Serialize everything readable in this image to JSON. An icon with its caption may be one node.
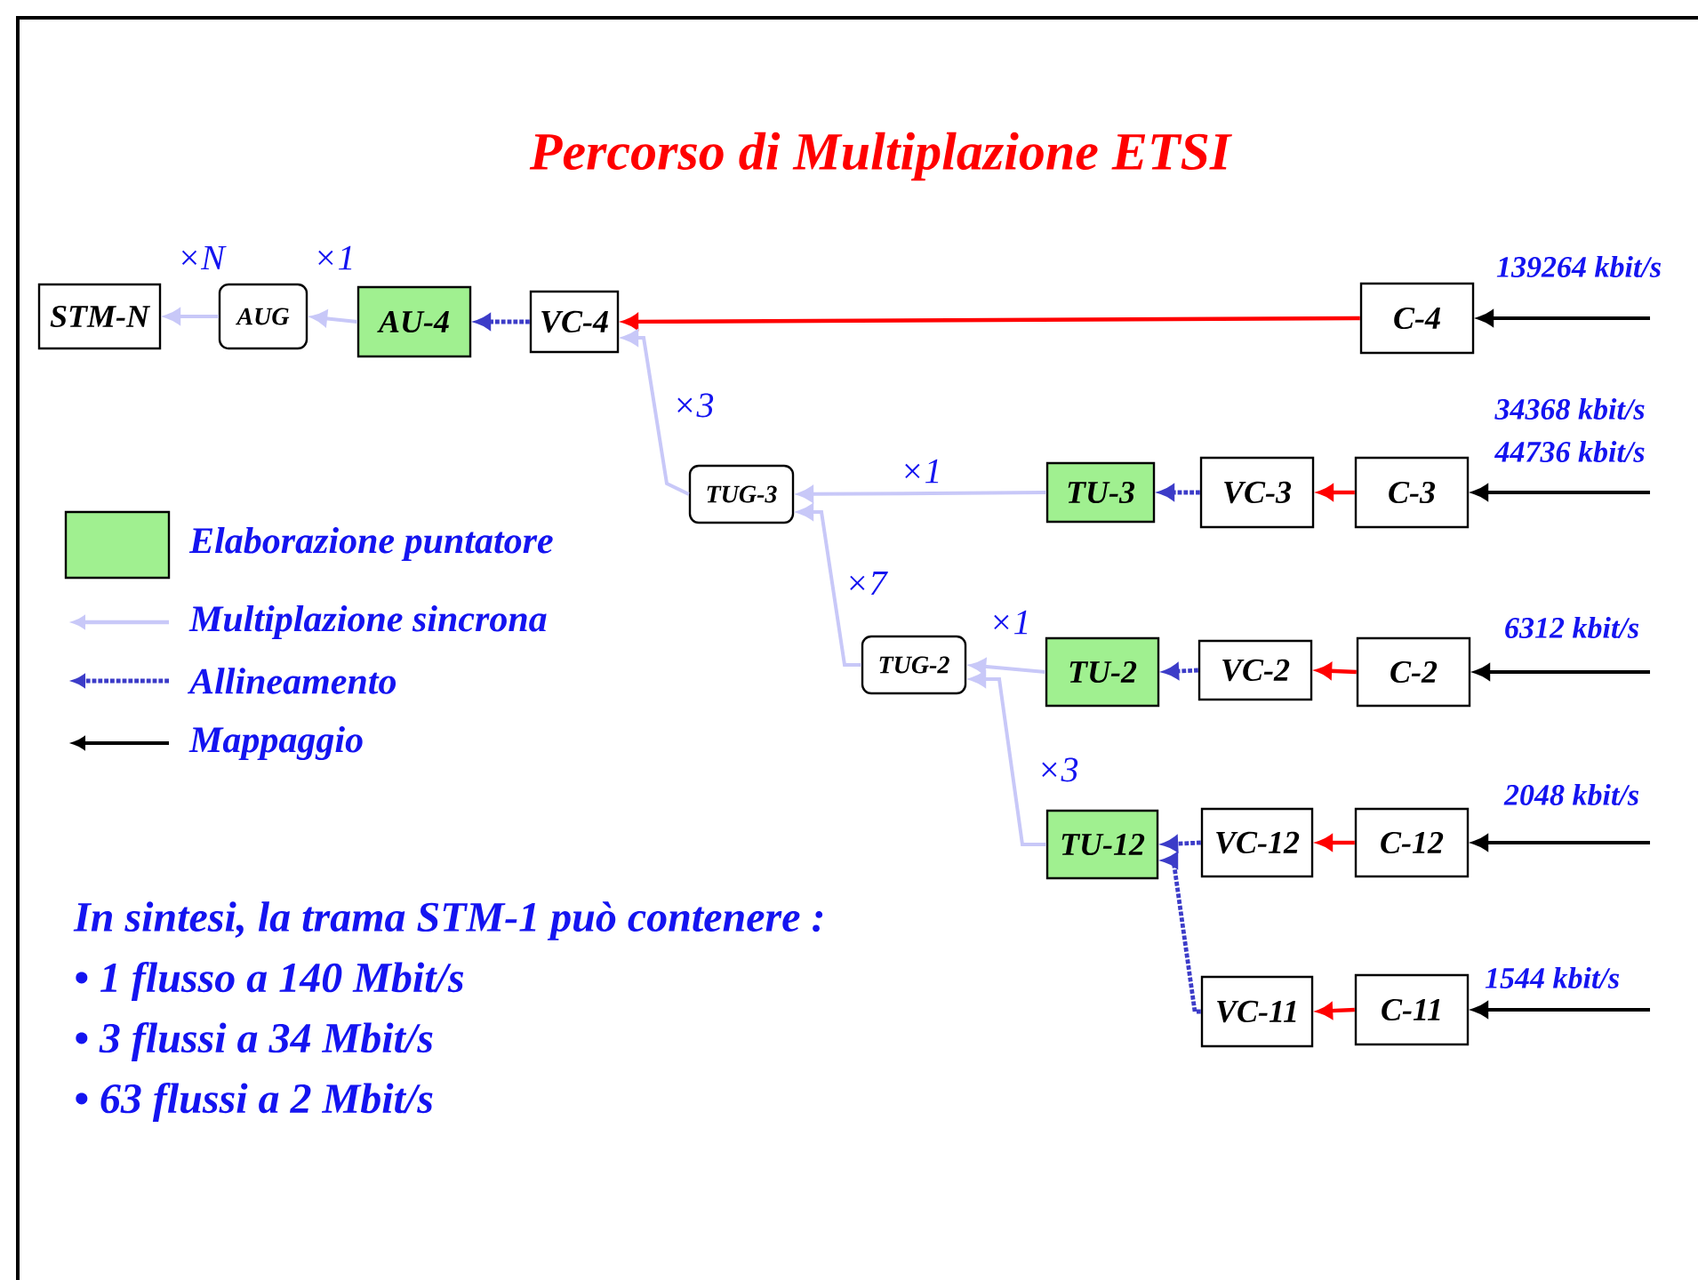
{
  "diagram": {
    "title": "Percorso di Multiplazione ETSI",
    "nodes": [
      {
        "text": [
          "STM-N"
        ]
      },
      {
        "text": [
          "AUG"
        ]
      },
      {
        "text": [
          "AU-4"
        ]
      },
      {
        "text": [
          "VC-4"
        ]
      },
      {
        "text": [
          "C-4"
        ],
        "beside": [
          "139264 kbit/s"
        ]
      },
      {
        "text": [
          "TUG-3"
        ]
      },
      {
        "text": [
          "TU-3"
        ]
      },
      {
        "text": [
          "VC-3"
        ]
      },
      {
        "text": [
          "C-3"
        ],
        "beside": [
          "34368 kbit/s",
          "44736 kbit/s"
        ]
      },
      {
        "text": [
          "TUG-2"
        ]
      },
      {
        "text": [
          "TU-2"
        ]
      },
      {
        "text": [
          "VC-2"
        ]
      },
      {
        "text": [
          "C-2"
        ],
        "beside": [
          "6312 kbit/s"
        ]
      },
      {
        "text": [
          "TU-12"
        ]
      },
      {
        "text": [
          "VC-12"
        ]
      },
      {
        "text": [
          "C-12"
        ],
        "beside": [
          "2048 kbit/s"
        ]
      },
      {
        "text": [
          "VC-11"
        ]
      },
      {
        "text": [
          "C-11"
        ],
        "beside": [
          "1544 kbit/s"
        ]
      }
    ],
    "edges": [
      {
        "from": 1,
        "to": 0,
        "arrow": "to",
        "label": "×N"
      },
      {
        "from": 2,
        "to": 1,
        "arrow": "to",
        "label": "×1"
      },
      {
        "from": 3,
        "to": 2,
        "arrow": "to",
        "style": "dashed",
        "color": "#3c3cc8"
      },
      {
        "from": 4,
        "to": 3,
        "arrow": "to",
        "color": "#ff0000"
      },
      {
        "from": null,
        "to": 4,
        "arrow": "to",
        "color": "#000000"
      },
      {
        "from": 5,
        "to": 3,
        "arrow": "to",
        "label": "×3"
      },
      {
        "from": 6,
        "to": 5,
        "arrow": "to",
        "label": "×1"
      },
      {
        "from": 7,
        "to": 6,
        "arrow": "to",
        "style": "dashed",
        "color": "#3c3cc8"
      },
      {
        "from": 8,
        "to": 7,
        "arrow": "to",
        "color": "#ff0000"
      },
      {
        "from": null,
        "to": 8,
        "arrow": "to",
        "color": "#000000"
      },
      {
        "from": 9,
        "to": 5,
        "arrow": "to",
        "label": "×7"
      },
      {
        "from": 10,
        "to": 9,
        "arrow": "to",
        "label": "×1"
      },
      {
        "from": 11,
        "to": 10,
        "arrow": "to",
        "style": "dashed",
        "color": "#3c3cc8"
      },
      {
        "from": 12,
        "to": 11,
        "arrow": "to",
        "color": "#ff0000"
      },
      {
        "from": null,
        "to": 12,
        "arrow": "to",
        "color": "#000000"
      },
      {
        "from": 13,
        "to": 9,
        "arrow": "to",
        "label": "×3"
      },
      {
        "from": 14,
        "to": 13,
        "arrow": "to",
        "style": "dashed",
        "color": "#3c3cc8"
      },
      {
        "from": 15,
        "to": 14,
        "arrow": "to",
        "color": "#ff0000"
      },
      {
        "from": null,
        "to": 15,
        "arrow": "to",
        "color": "#000000"
      },
      {
        "from": 16,
        "to": 13,
        "arrow": "to",
        "style": "dashed",
        "color": "#3c3cc8"
      },
      {
        "from": 17,
        "to": 16,
        "arrow": "to",
        "color": "#ff0000"
      },
      {
        "from": null,
        "to": 17,
        "arrow": "to",
        "color": "#000000"
      }
    ],
    "labels": [
      "In sintesi, la trama STM-1 può contenere :",
      "• 1 flusso a 140 Mbit/s",
      "• 3 flussi a 34 Mbit/s",
      "• 63 flussi a 2 Mbit/s"
    ],
    "legend": [
      {
        "text": "Elaborazione puntatore",
        "color": "#a0f090"
      },
      {
        "text": "Multiplazione sincrona"
      },
      {
        "text": "Allineamento"
      },
      {
        "text": "Mappaggio"
      }
    ]
  }
}
